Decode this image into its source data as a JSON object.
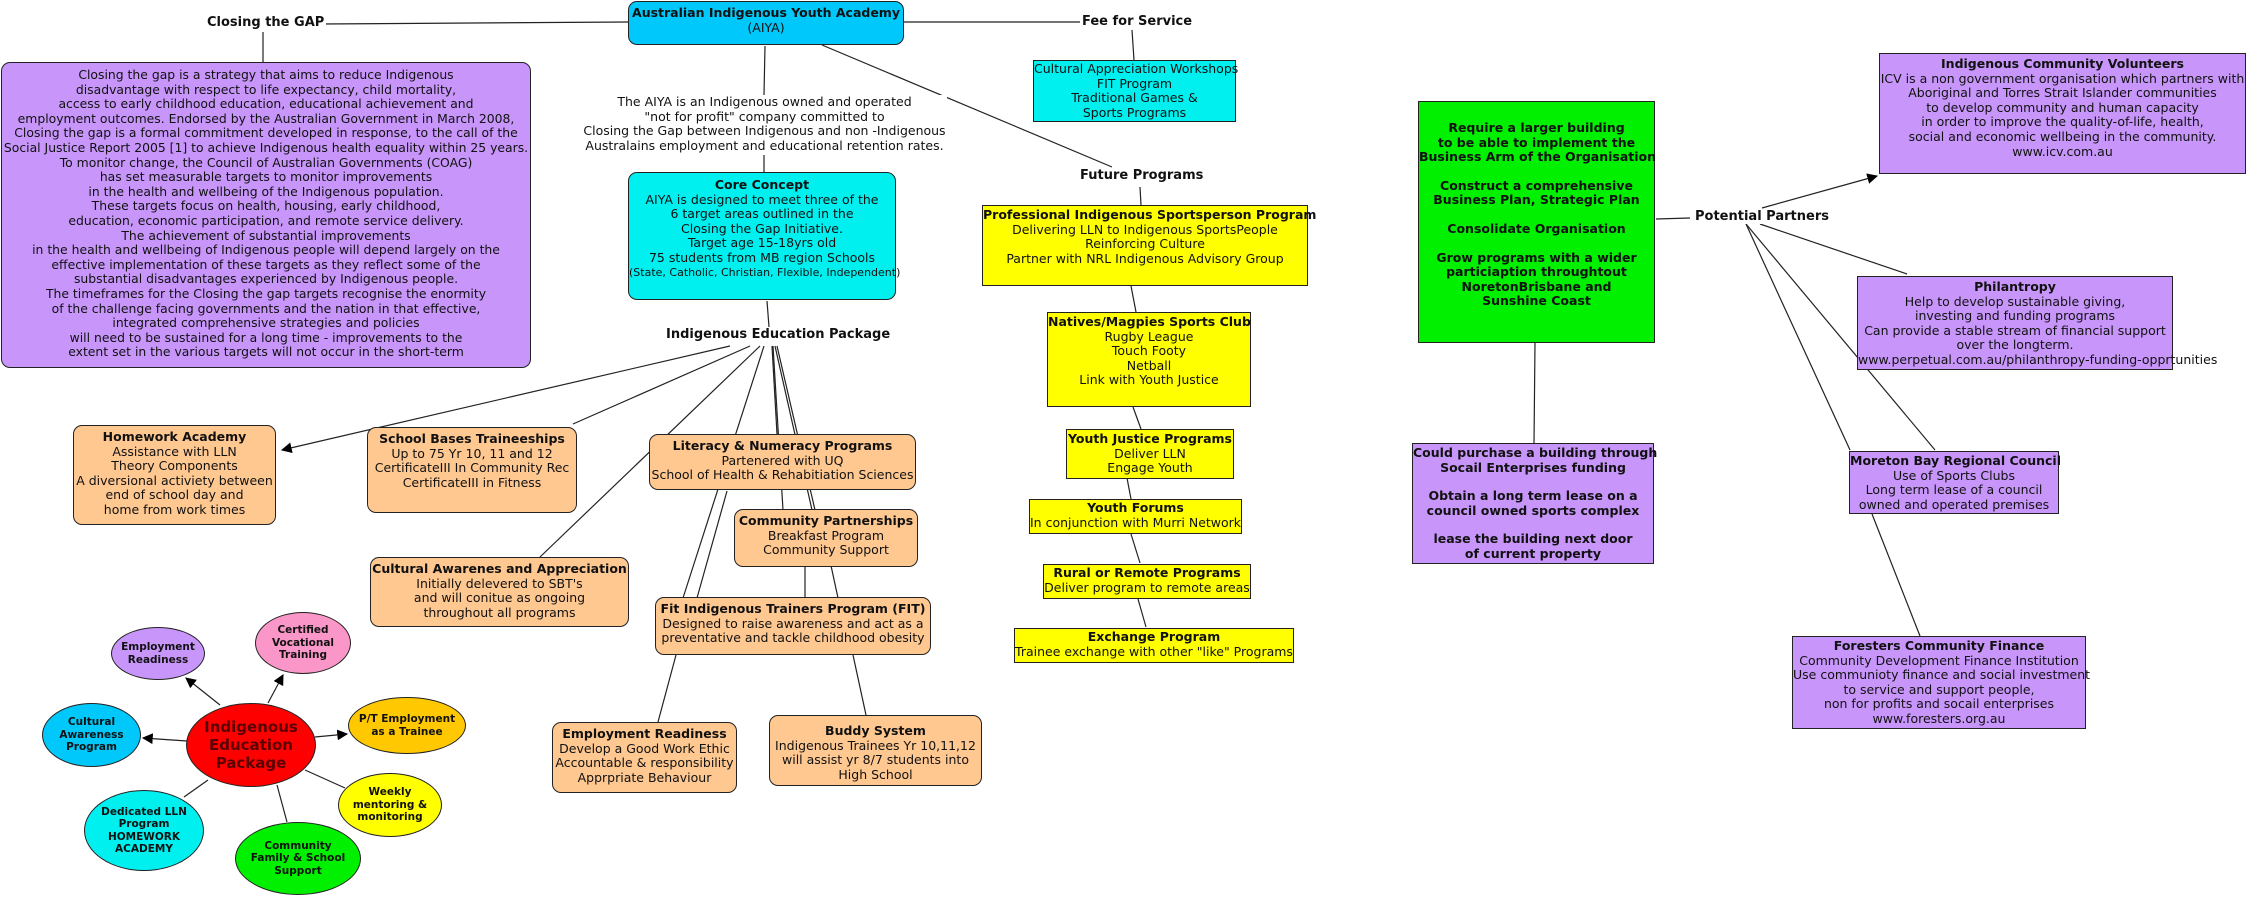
{
  "colors": {
    "purple": "#c896fa",
    "cyan_header": "#00c8fa",
    "cyan": "#00f0f0",
    "yellow": "#ffff00",
    "orange": "#ffc891",
    "green": "#00f000",
    "red": "#ff0000",
    "pink": "#fa96c8",
    "gold": "#ffc800"
  },
  "root": {
    "title": "Australian Indigenous Youth Academy",
    "subtitle": "(AIYA)"
  },
  "labels": {
    "closing_gap": "Closing the GAP",
    "fee_for_service": "Fee for Service",
    "future_programs": "Future Programs",
    "education_package": "Indigenous Education Package",
    "potential_partners": "Potential Partners"
  },
  "closing_gap_text": [
    "Closing the gap is a strategy that aims to reduce Indigenous",
    "disadvantage with respect to life expectancy, child mortality,",
    "access to early childhood education, educational achievement and",
    "employment outcomes. Endorsed by the Australian Government in March 2008,",
    "Closing the gap is a formal commitment developed in response, to the call of the",
    "Social Justice Report 2005 [1] to achieve Indigenous health equality within 25 years.",
    "To monitor change, the Council of Australian Governments (COAG)",
    "has set measurable targets to monitor improvements",
    "in the health and wellbeing of the Indigenous population.",
    "These targets focus on health, housing, early childhood,",
    "education, economic participation, and remote service delivery.",
    "The achievement of substantial improvements",
    "in the health and wellbeing of Indigenous people will depend largely on the",
    "effective implementation of these targets as they reflect some of the",
    "substantial disadvantages experienced by Indigenous people.",
    "The timeframes for the Closing the gap targets recognise the enormity",
    "of the challenge facing governments and the nation in that effective,",
    "integrated comprehensive strategies and policies",
    "will need to be sustained for a long time - improvements to the",
    "extent set in the various targets will not occur in the short-term"
  ],
  "aiya_description": [
    "The AIYA is an Indigenous owned and operated",
    "\"not for profit\" company committed to",
    "Closing the Gap between Indigenous and non -Indigenous",
    "Australains employment and educational retention rates."
  ],
  "fee_for_service_items": [
    "Cultural Appreciation Workshops",
    "FIT Program",
    "Traditional Games &",
    "Sports Programs"
  ],
  "core_concept": {
    "title": "Core Concept",
    "lines": [
      "AIYA is designed to meet three of the",
      "6 target areas outlined in the",
      "Closing the Gap Initiative.",
      "Target age 15-18yrs old",
      "75 students from MB region Schools"
    ],
    "note": "(State, Catholic, Christian, Flexible, Independent)"
  },
  "education_boxes": {
    "homework": {
      "title": "Homework Academy",
      "lines": [
        "Assistance with LLN",
        "Theory Components",
        "A diversional activiety between",
        "end of school day and",
        "home from work times"
      ]
    },
    "traineeships": {
      "title": "School Bases Traineeships",
      "lines": [
        "Up to 75 Yr 10, 11 and 12",
        "CertificateIII In Community Rec",
        "CertificateIII in Fitness"
      ]
    },
    "literacy": {
      "title": "Literacy & Numeracy Programs",
      "lines": [
        "Partenered with UQ",
        "School of Health & Rehabitiation Sciences"
      ]
    },
    "community": {
      "title": "Community Partnerships",
      "lines": [
        "Breakfast Program",
        "Community Support"
      ]
    },
    "cultural": {
      "title": "Cultural Awarenes and Appreciation",
      "lines": [
        "Initially delevered to SBT's",
        "and will conitue as ongoing",
        "throughout all programs"
      ]
    },
    "fit": {
      "title": "Fit Indigenous Trainers Program (FIT)",
      "lines": [
        "Designed to raise awareness and act as a",
        "preventative and tackle childhood obesity"
      ]
    },
    "employment": {
      "title": "Employment Readiness",
      "lines": [
        "Develop a Good Work Ethic",
        "Accountable & responsibility",
        "Apprpriate Behaviour"
      ]
    },
    "buddy": {
      "title": "Buddy System",
      "lines": [
        "Indigenous Trainees Yr 10,11,12",
        "will assist yr 8/7 students into",
        "High School"
      ]
    }
  },
  "future_programs": [
    {
      "title": "Professional Indigenous Sportsperson Program",
      "lines": [
        "Delivering LLN to Indigenous SportsPeople",
        "Reinforcing Culture",
        "Partner with NRL Indigenous Advisory Group"
      ]
    },
    {
      "title": "Natives/Magpies Sports Club",
      "lines": [
        "Rugby League",
        "Touch Footy",
        "Netball",
        "Link with Youth Justice"
      ]
    },
    {
      "title": "Youth Justice Programs",
      "lines": [
        "Deliver LLN",
        "Engage Youth"
      ]
    },
    {
      "title": "Youth Forums",
      "lines": [
        "In conjunction with Murri Network"
      ]
    },
    {
      "title": "Rural or Remote Programs",
      "lines": [
        "Deliver program to remote areas"
      ]
    },
    {
      "title": "Exchange Program",
      "lines": [
        "Trainee exchange with other \"like\" Programs"
      ]
    }
  ],
  "goals": {
    "blocks": [
      [
        "Require a larger building",
        "to be able to implement the",
        "Business Arm of the Organisation"
      ],
      [
        "Construct a comprehensive",
        "Business Plan, Strategic Plan"
      ],
      [
        "Consolidate Organisation"
      ],
      [
        "Grow programs with a wider",
        "particiaption throughtout",
        "NoretonBrisbane and",
        "Sunshine Coast"
      ]
    ]
  },
  "building_options": {
    "blocks": [
      [
        "Could purchase a building through",
        "Socail Enterprises funding"
      ],
      [
        "Obtain a long term lease on a",
        "council owned sports complex"
      ],
      [
        "lease the building next door",
        "of current property"
      ]
    ]
  },
  "partners": [
    {
      "title": "Indigenous Community Volunteers",
      "lines": [
        "ICV is a non government organisation which partners with",
        "Aboriginal and Torres Strait Islander communities",
        "to develop community and human capacity",
        "in order to improve the quality-of-life, health,",
        "social and economic wellbeing in the community.",
        "www.icv.com.au"
      ]
    },
    {
      "title": "Philantropy",
      "lines": [
        "Help to develop sustainable giving,",
        "investing and funding programs",
        "Can provide a stable stream of financial support",
        "over the longterm.",
        "www.perpetual.com.au/philanthropy-funding-opprtunities"
      ]
    },
    {
      "title": "Moreton Bay Regional Council",
      "lines": [
        "Use of Sports Clubs",
        "Long term lease of a council",
        "owned and operated premises"
      ]
    },
    {
      "title": "Foresters Community Finance",
      "lines": [
        "Community Development Finance Institution",
        "Use communioty finance and social investment",
        "to service and support people,",
        "non for profits and socail enterprises",
        "www.foresters.org.au"
      ]
    }
  ],
  "package_cluster": {
    "center": [
      "Indigenous",
      "Education",
      "Package"
    ],
    "spokes": {
      "employment": [
        "Employment",
        "Readiness"
      ],
      "vocational": [
        "Certified",
        "Vocational",
        "Training"
      ],
      "cultural": [
        "Cultural",
        "Awareness",
        "Program"
      ],
      "pt_employment": [
        "P/T Employment",
        "as a Trainee"
      ],
      "lln": [
        "Dedicated LLN",
        "Program",
        "HOMEWORK",
        "ACADEMY"
      ],
      "community": [
        "Community",
        "Family & School",
        "Support"
      ],
      "mentoring": [
        "Weekly",
        "mentoring &",
        "monitoring"
      ]
    }
  }
}
